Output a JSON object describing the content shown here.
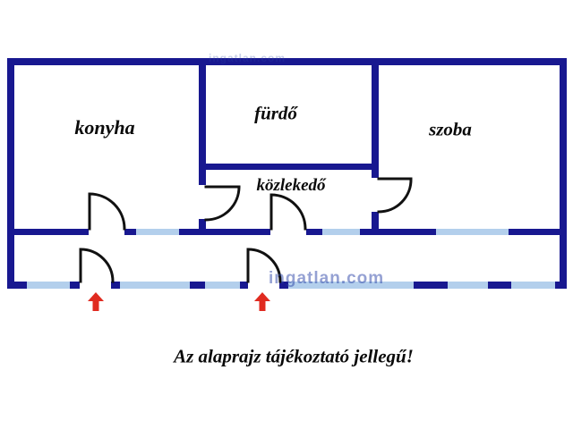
{
  "rooms": [
    {
      "id": "konyha",
      "label": "konyha"
    },
    {
      "id": "furdo",
      "label": "fürdő"
    },
    {
      "id": "szoba",
      "label": "szoba"
    },
    {
      "id": "kozlekedo",
      "label": "közlekedő"
    }
  ],
  "caption": {
    "text": "Az alaprajz tájékoztató jellegű!"
  },
  "watermark": {
    "text": "ingatlan.com"
  },
  "icons": {
    "entrance_arrow": "red-up-arrow",
    "door_symbol": "quarter-circle-door-arc"
  },
  "counts": {
    "entrance_arrows": 2,
    "doors": 6
  },
  "colors": {
    "wall": "#181890",
    "window": "#b3cfec",
    "door": "#111111",
    "arrow": "#e02b20",
    "label": "#0a0a0a",
    "watermark": "#2d46a8",
    "background": "#ffffff"
  }
}
